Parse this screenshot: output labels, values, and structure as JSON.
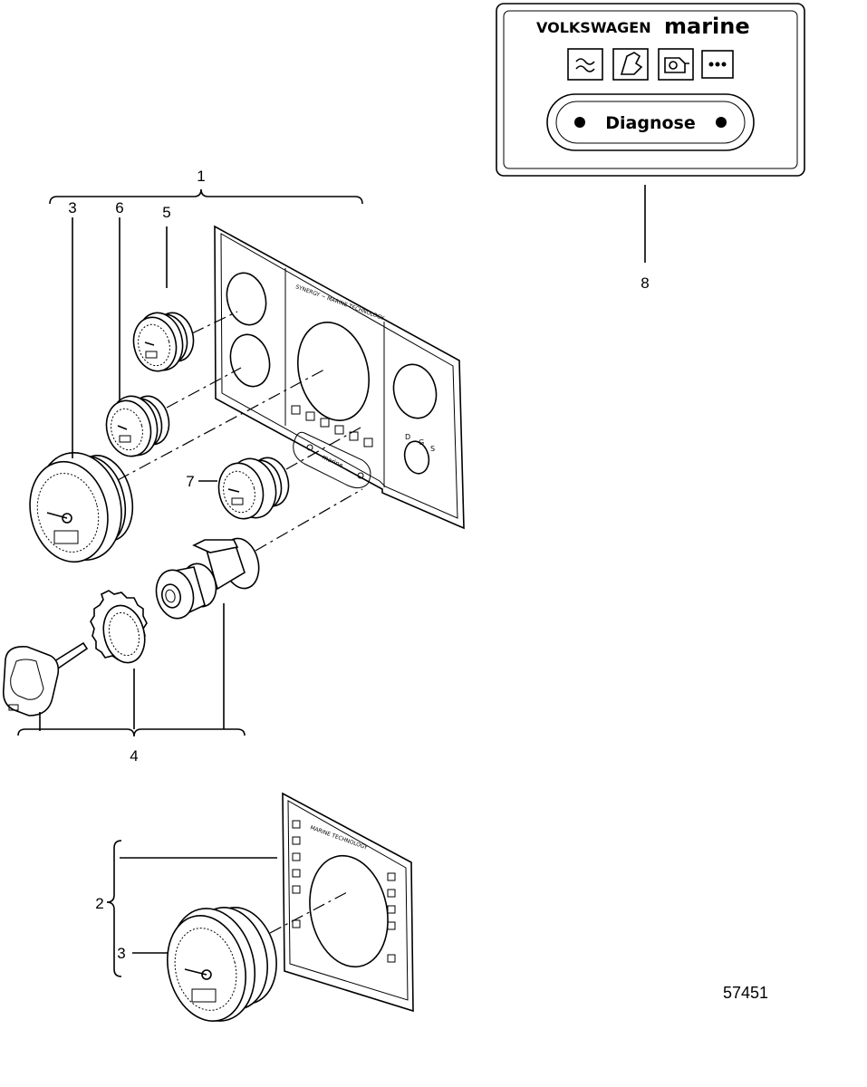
{
  "figure_number": "57451",
  "callouts": {
    "c1": "1",
    "c2": "2",
    "c3a": "3",
    "c3b": "3",
    "c4": "4",
    "c5": "5",
    "c6": "6",
    "c7": "7",
    "c8": "8"
  },
  "warning_panel": {
    "brand_left": "VOLKSWAGEN",
    "brand_right": "marine",
    "button_label": "Diagnose"
  },
  "lower_panel": {
    "bezel_text": "MARINE TECHNOLOGY"
  }
}
